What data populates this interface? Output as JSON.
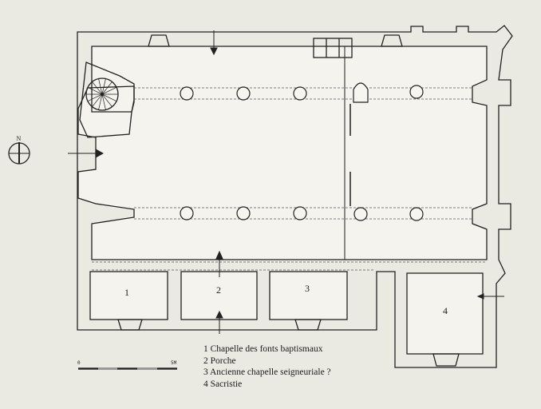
{
  "plan": {
    "rooms": [
      {
        "number": "1"
      },
      {
        "number": "2"
      },
      {
        "number": "3"
      },
      {
        "number": "4"
      }
    ],
    "compass_label": "N",
    "scale": {
      "start_label": "0",
      "end_label": "5M"
    }
  },
  "legend": {
    "items": [
      "1 Chapelle des fonts baptismaux",
      "2 Porche",
      "3 Ancienne chapelle seigneuriale ?",
      "4 Sacristie"
    ]
  },
  "colors": {
    "background": "#ebeae2",
    "ink": "#222222"
  }
}
